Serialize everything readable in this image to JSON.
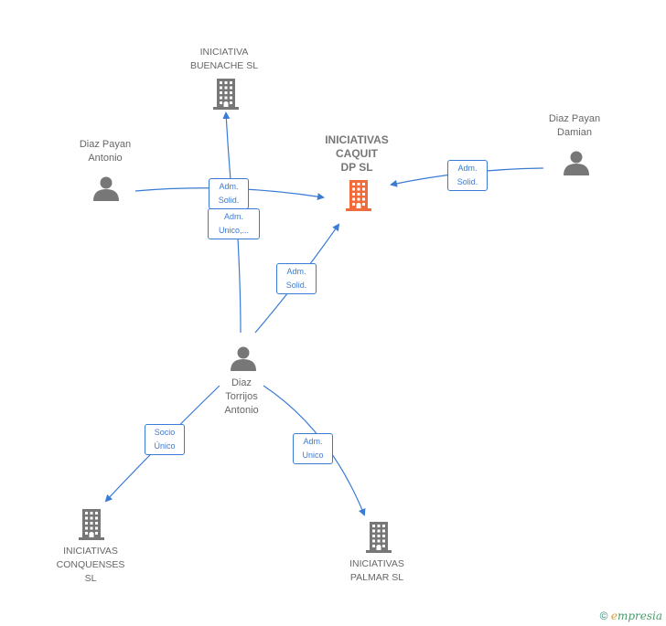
{
  "nodes": {
    "buenache": {
      "lines": [
        "INICIATIVA",
        "BUENACHE SL"
      ],
      "color": "#777777"
    },
    "caquit": {
      "lines": [
        "INICIATIVAS",
        "CAQUIT",
        "DP SL"
      ],
      "color": "#f26b3a"
    },
    "conquenses": {
      "lines": [
        "INICIATIVAS",
        "CONQUENSES",
        "SL"
      ],
      "color": "#777777"
    },
    "palmar": {
      "lines": [
        "INICIATIVAS",
        "PALMAR SL"
      ],
      "color": "#777777"
    },
    "diaz_payan_antonio": {
      "lines": [
        "Diaz Payan",
        "Antonio"
      ],
      "color": "#777777"
    },
    "diaz_payan_damian": {
      "lines": [
        "Diaz Payan",
        "Damian"
      ],
      "color": "#777777"
    },
    "diaz_torrijos_antonio": {
      "lines": [
        "Diaz",
        "Torrijos",
        "Antonio"
      ],
      "color": "#777777"
    }
  },
  "edges": {
    "e1": {
      "lines": [
        "Adm.",
        "Solid."
      ]
    },
    "e2": {
      "lines": [
        "Adm.",
        "Unico,..."
      ]
    },
    "e3": {
      "lines": [
        "Adm.",
        "Solid."
      ]
    },
    "e4": {
      "lines": [
        "Adm.",
        "Solid."
      ]
    },
    "e5": {
      "lines": [
        "Socio",
        "Único"
      ]
    },
    "e6": {
      "lines": [
        "Adm.",
        "Unico"
      ]
    }
  },
  "style": {
    "edge_color": "#3a7bd5"
  },
  "footer": {
    "copyright": "©",
    "brand_first": "e",
    "brand_rest": "mpresia"
  }
}
